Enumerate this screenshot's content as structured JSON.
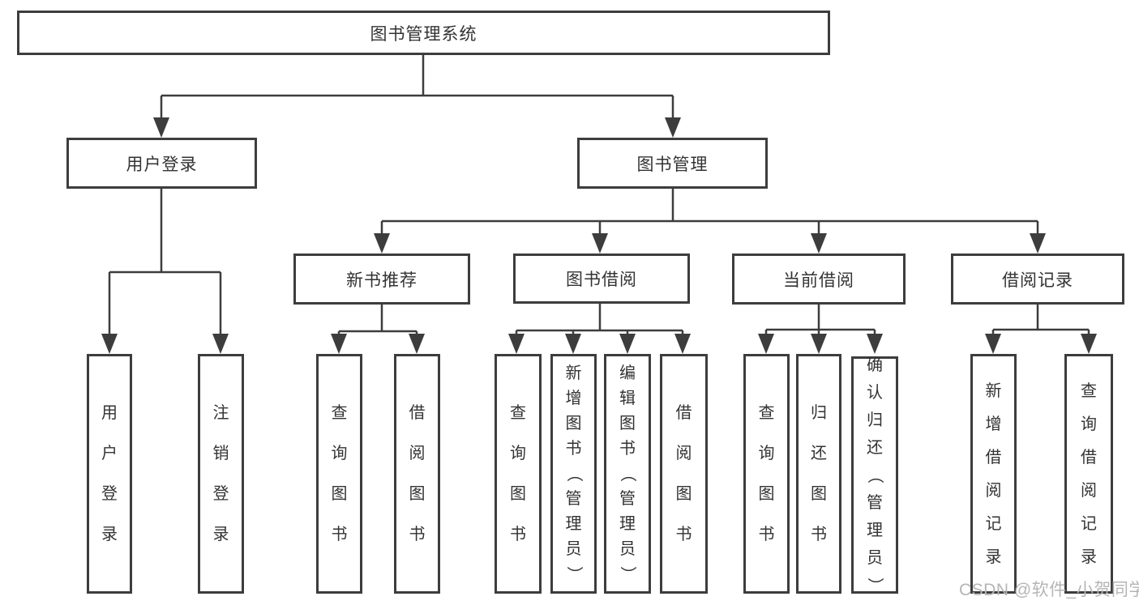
{
  "diagram": {
    "root": {
      "label": "图书管理系统"
    },
    "user_login": {
      "label": "用户登录",
      "children": [
        {
          "label": "用户登录"
        },
        {
          "label": "注销登录"
        }
      ]
    },
    "book_management": {
      "label": "图书管理",
      "sections": {
        "new_book": {
          "label": "新书推荐",
          "children": [
            {
              "label": "查询图书"
            },
            {
              "label": "借阅图书"
            }
          ]
        },
        "book_borrow": {
          "label": "图书借阅",
          "children": [
            {
              "label": "查询图书"
            },
            {
              "label": "新增图书（管理员）"
            },
            {
              "label": "编辑图书（管理员）"
            },
            {
              "label": "借阅图书"
            }
          ]
        },
        "current_borrow": {
          "label": "当前借阅",
          "children": [
            {
              "label": "查询图书"
            },
            {
              "label": "归还图书"
            },
            {
              "label": "确认归还（管理员）"
            }
          ]
        },
        "borrow_records": {
          "label": "借阅记录",
          "children": [
            {
              "label": "新增借阅记录"
            },
            {
              "label": "查询借阅记录"
            }
          ]
        }
      }
    },
    "watermark": "CSDN @软件_小贺同学",
    "colors": {
      "line": "#3d3d3d",
      "text": "#333333",
      "watermark": "#b5b5b5",
      "background": "#ffffff"
    }
  }
}
